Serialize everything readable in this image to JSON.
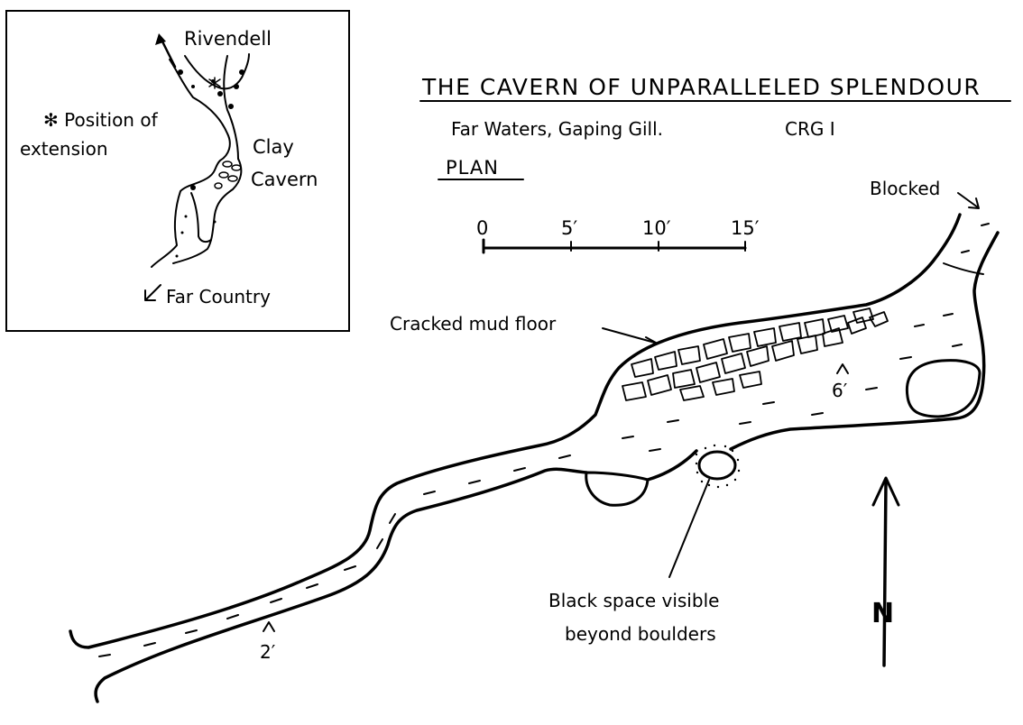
{
  "title": "THE CAVERN OF UNPARALLELED SPLENDOUR",
  "subtitle": "Far Waters, Gaping Gill.",
  "grade": "CRG I",
  "view_label": "PLAN",
  "scale": {
    "ticks": [
      "0",
      "5′",
      "10′",
      "15′"
    ]
  },
  "annotations": {
    "blocked": "Blocked",
    "cracked_mud_floor": "Cracked mud floor",
    "height_6": "6′",
    "height_2": "2′",
    "black_space_line1": "Black space visible",
    "black_space_line2": "beyond boulders",
    "north": "N"
  },
  "inset": {
    "rivendell": "Rivendell",
    "legend": "✻ Position of extension",
    "legend_line1": "✻ Position of",
    "legend_line2": "extension",
    "clay": "Clay",
    "cavern": "Cavern",
    "far_country": "Far Country"
  },
  "colors": {
    "ink": "#000000",
    "paper": "#ffffff"
  }
}
